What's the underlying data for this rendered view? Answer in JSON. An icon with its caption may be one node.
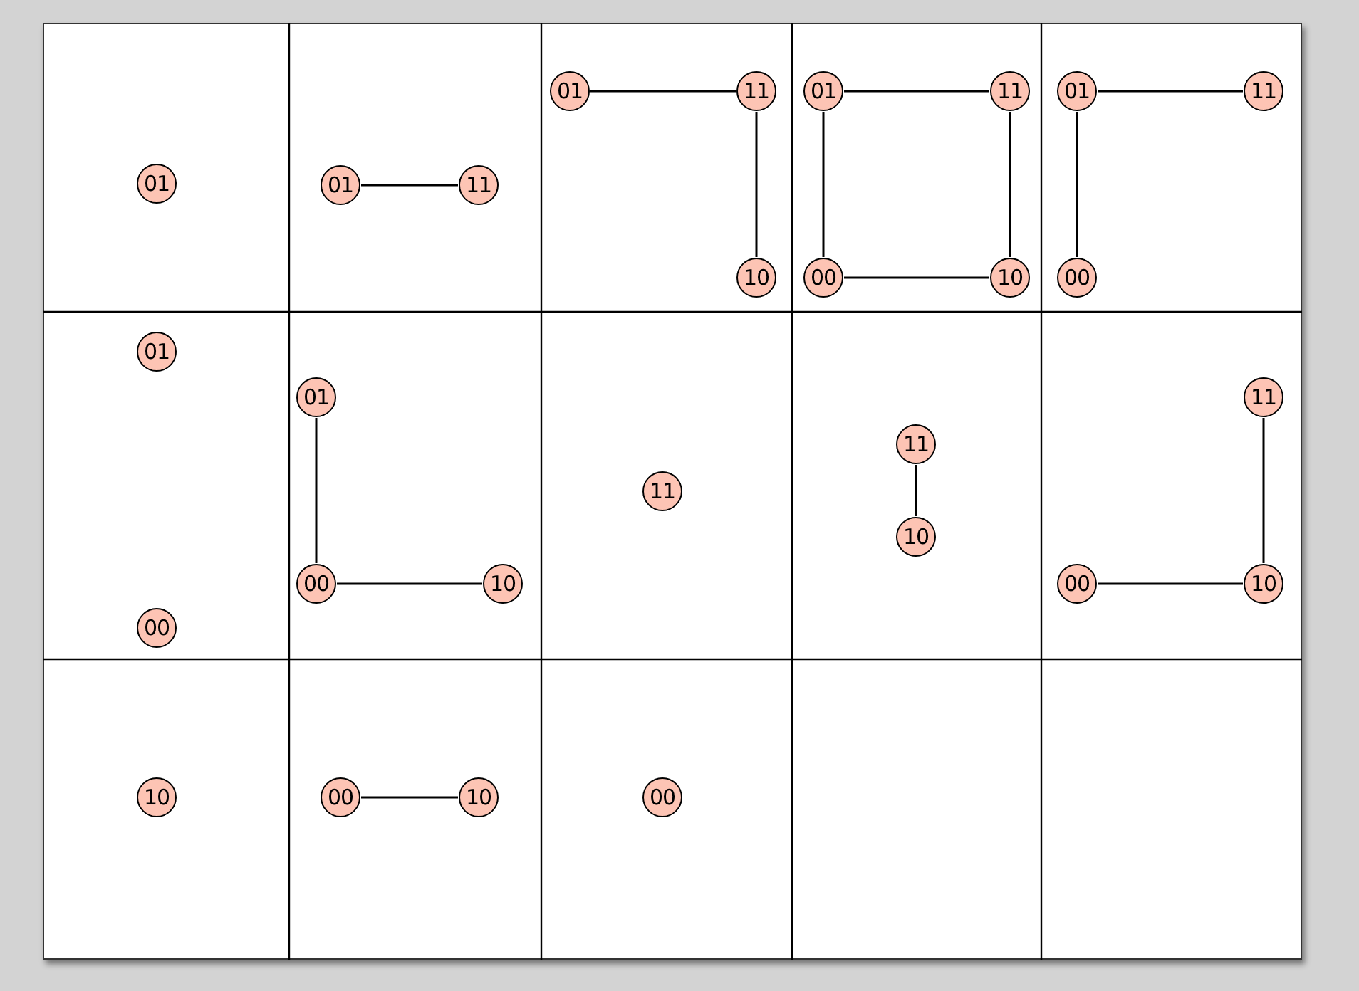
{
  "diagram": {
    "nodes": [
      {
        "text": [
          "01"
        ]
      },
      {
        "text": [
          "01"
        ]
      },
      {
        "text": [
          "11"
        ]
      },
      {
        "text": [
          "01"
        ]
      },
      {
        "text": [
          "11"
        ]
      },
      {
        "text": [
          "10"
        ]
      },
      {
        "text": [
          "01"
        ]
      },
      {
        "text": [
          "11"
        ]
      },
      {
        "text": [
          "00"
        ]
      },
      {
        "text": [
          "10"
        ]
      },
      {
        "text": [
          "01"
        ]
      },
      {
        "text": [
          "11"
        ]
      },
      {
        "text": [
          "00"
        ]
      },
      {
        "text": [
          "01"
        ]
      },
      {
        "text": [
          "00"
        ]
      },
      {
        "text": [
          "01"
        ]
      },
      {
        "text": [
          "00"
        ]
      },
      {
        "text": [
          "10"
        ]
      },
      {
        "text": [
          "11"
        ]
      },
      {
        "text": [
          "11"
        ]
      },
      {
        "text": [
          "10"
        ]
      },
      {
        "text": [
          "11"
        ]
      },
      {
        "text": [
          "00"
        ]
      },
      {
        "text": [
          "10"
        ]
      },
      {
        "text": [
          "10"
        ]
      },
      {
        "text": [
          "00"
        ]
      },
      {
        "text": [
          "10"
        ]
      },
      {
        "text": [
          "00"
        ]
      }
    ],
    "edges": [
      {
        "from": 1,
        "to": 2,
        "arrow": "none"
      },
      {
        "from": 3,
        "to": 4,
        "arrow": "none"
      },
      {
        "from": 4,
        "to": 5,
        "arrow": "none"
      },
      {
        "from": 6,
        "to": 7,
        "arrow": "none"
      },
      {
        "from": 6,
        "to": 8,
        "arrow": "none"
      },
      {
        "from": 7,
        "to": 9,
        "arrow": "none"
      },
      {
        "from": 8,
        "to": 9,
        "arrow": "none"
      },
      {
        "from": 10,
        "to": 11,
        "arrow": "none"
      },
      {
        "from": 10,
        "to": 12,
        "arrow": "none"
      },
      {
        "from": 15,
        "to": 16,
        "arrow": "none"
      },
      {
        "from": 16,
        "to": 17,
        "arrow": "none"
      },
      {
        "from": 19,
        "to": 20,
        "arrow": "none"
      },
      {
        "from": 21,
        "to": 23,
        "arrow": "none"
      },
      {
        "from": 22,
        "to": 23,
        "arrow": "none"
      },
      {
        "from": 25,
        "to": 26,
        "arrow": "none"
      }
    ]
  }
}
